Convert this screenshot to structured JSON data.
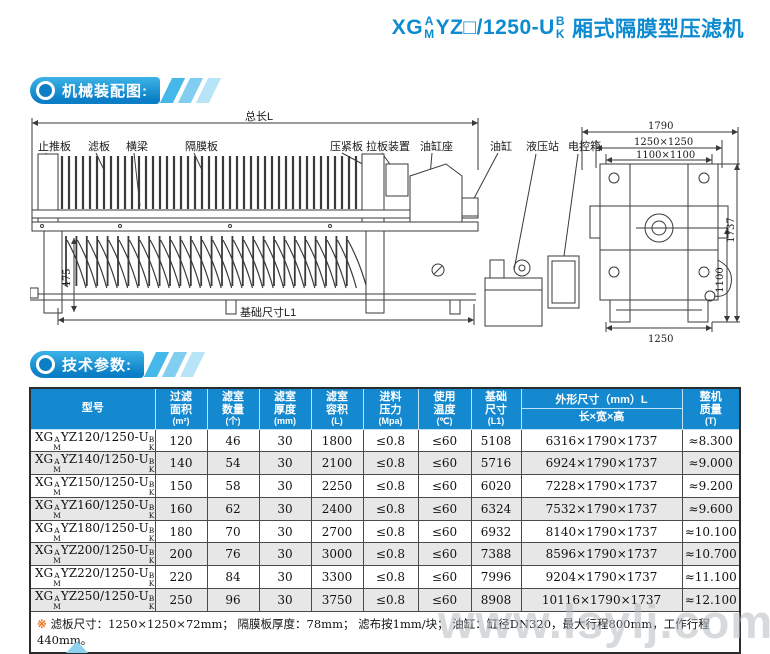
{
  "page": {
    "title": {
      "prefix": "XG",
      "stack1_top": "A",
      "stack1_bottom": "M",
      "mid": "YZ□/1250-U",
      "stack2_top": "B",
      "stack2_bottom": "K",
      "suffix": "厢式隔膜型压滤机"
    },
    "watermark": "www.lsylj.com"
  },
  "sections": {
    "assembly": "机械装配图:",
    "params": "技术参数:"
  },
  "diagram": {
    "labels": {
      "total_length": "总长L",
      "thrust_plate": "止推板",
      "filter_plate": "滤板",
      "beam": "横梁",
      "diaphragm_plate": "隔膜板",
      "pressing_plate": "压紧板",
      "plate_puller": "拉板装置",
      "cylinder_seat": "油缸座",
      "cylinder": "油缸",
      "hydraulic_station": "液压站",
      "control_box": "电控箱",
      "foundation": "基础尺寸L1"
    },
    "dims": {
      "front_width": "1790",
      "plate_size": "1250×1250",
      "filter_size": "1100×1100",
      "total_height": "1737",
      "center_height": "1100",
      "base_width": "1250",
      "leg_height": "475"
    }
  },
  "table": {
    "headers": [
      {
        "line1": "型号",
        "line2": "",
        "unit": ""
      },
      {
        "line1": "过滤",
        "line2": "面积",
        "unit": "(m²)"
      },
      {
        "line1": "滤室",
        "line2": "数量",
        "unit": "(个)"
      },
      {
        "line1": "滤室",
        "line2": "厚度",
        "unit": "(mm)"
      },
      {
        "line1": "滤室",
        "line2": "容积",
        "unit": "(L)"
      },
      {
        "line1": "进料",
        "line2": "压力",
        "unit": "(Mpa)"
      },
      {
        "line1": "使用",
        "line2": "温度",
        "unit": "(℃)"
      },
      {
        "line1": "基础",
        "line2": "尺寸",
        "unit": "(L1)"
      },
      {
        "line1": "外形尺寸（mm）L",
        "line2": "长×宽×高",
        "unit": ""
      },
      {
        "line1": "整机",
        "line2": "质量",
        "unit": "(T)"
      }
    ],
    "model_parts": {
      "prefix": "XG",
      "s1top": "A",
      "s1bot": "M",
      "s2top": "B",
      "s2bot": "K"
    },
    "rows": [
      {
        "mid": "YZ120/1250-U",
        "area": "120",
        "chambers": "46",
        "thickness": "30",
        "volume": "1800",
        "pressure": "≤0.8",
        "temp": "≤60",
        "foundation": "5108",
        "dims": "6316×1790×1737",
        "weight": "≈8.300"
      },
      {
        "mid": "YZ140/1250-U",
        "area": "140",
        "chambers": "54",
        "thickness": "30",
        "volume": "2100",
        "pressure": "≤0.8",
        "temp": "≤60",
        "foundation": "5716",
        "dims": "6924×1790×1737",
        "weight": "≈9.000"
      },
      {
        "mid": "YZ150/1250-U",
        "area": "150",
        "chambers": "58",
        "thickness": "30",
        "volume": "2250",
        "pressure": "≤0.8",
        "temp": "≤60",
        "foundation": "6020",
        "dims": "7228×1790×1737",
        "weight": "≈9.200"
      },
      {
        "mid": "YZ160/1250-U",
        "area": "160",
        "chambers": "62",
        "thickness": "30",
        "volume": "2400",
        "pressure": "≤0.8",
        "temp": "≤60",
        "foundation": "6324",
        "dims": "7532×1790×1737",
        "weight": "≈9.600"
      },
      {
        "mid": "YZ180/1250-U",
        "area": "180",
        "chambers": "70",
        "thickness": "30",
        "volume": "2700",
        "pressure": "≤0.8",
        "temp": "≤60",
        "foundation": "6932",
        "dims": "8140×1790×1737",
        "weight": "≈10.100"
      },
      {
        "mid": "YZ200/1250-U",
        "area": "200",
        "chambers": "76",
        "thickness": "30",
        "volume": "3000",
        "pressure": "≤0.8",
        "temp": "≤60",
        "foundation": "7388",
        "dims": "8596×1790×1737",
        "weight": "≈10.700"
      },
      {
        "mid": "YZ220/1250-U",
        "area": "220",
        "chambers": "84",
        "thickness": "30",
        "volume": "3300",
        "pressure": "≤0.8",
        "temp": "≤60",
        "foundation": "7996",
        "dims": "9204×1790×1737",
        "weight": "≈11.100"
      },
      {
        "mid": "YZ250/1250-U",
        "area": "250",
        "chambers": "96",
        "thickness": "30",
        "volume": "3750",
        "pressure": "≤0.8",
        "temp": "≤60",
        "foundation": "8908",
        "dims": "10116×1790×1737",
        "weight": "≈12.100"
      }
    ],
    "note_mark": "※",
    "note_text": "滤板尺寸：1250×1250×72mm； 隔膜板厚度：78mm； 滤布按1mm/块； 油缸：缸径DN320，最大行程800mm，工作行程440mm。"
  }
}
